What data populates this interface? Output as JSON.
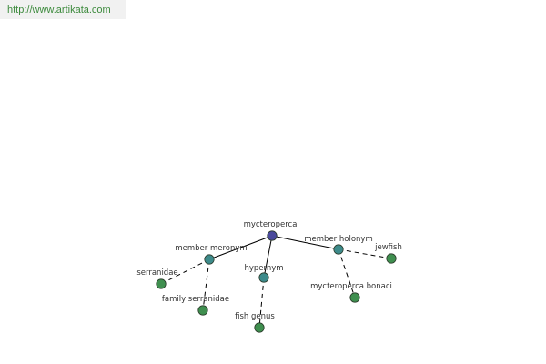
{
  "watermark": {
    "text": "http://www.artikata.com",
    "color": "#3c8a3c"
  },
  "colors": {
    "root": "#4a4a9c",
    "relation": "#3d8b8b",
    "leaf": "#3f8f4f"
  },
  "nodes": [
    {
      "id": "mycteroperca",
      "label": "mycteroperca",
      "kind": "root"
    },
    {
      "id": "member-meronym",
      "label": "member meronym",
      "kind": "relation"
    },
    {
      "id": "hypernym",
      "label": "hypernym",
      "kind": "relation"
    },
    {
      "id": "member-holonym",
      "label": "member holonym",
      "kind": "relation"
    },
    {
      "id": "serranidae",
      "label": "serranidae",
      "kind": "leaf"
    },
    {
      "id": "family-serranidae",
      "label": "family serranidae",
      "kind": "leaf"
    },
    {
      "id": "fish-genus",
      "label": "fish genus",
      "kind": "leaf"
    },
    {
      "id": "mycteroperca-bonaci",
      "label": "mycteroperca bonaci",
      "kind": "leaf"
    },
    {
      "id": "jewfish",
      "label": "jewfish",
      "kind": "leaf"
    }
  ],
  "edges": [
    {
      "from": "mycteroperca",
      "to": "member-meronym",
      "style": "solid"
    },
    {
      "from": "mycteroperca",
      "to": "hypernym",
      "style": "solid"
    },
    {
      "from": "mycteroperca",
      "to": "member-holonym",
      "style": "solid"
    },
    {
      "from": "member-meronym",
      "to": "serranidae",
      "style": "dashed"
    },
    {
      "from": "member-meronym",
      "to": "family-serranidae",
      "style": "dashed"
    },
    {
      "from": "hypernym",
      "to": "fish-genus",
      "style": "dashed"
    },
    {
      "from": "member-holonym",
      "to": "mycteroperca-bonaci",
      "style": "dashed"
    },
    {
      "from": "member-holonym",
      "to": "jewfish",
      "style": "dashed"
    }
  ]
}
